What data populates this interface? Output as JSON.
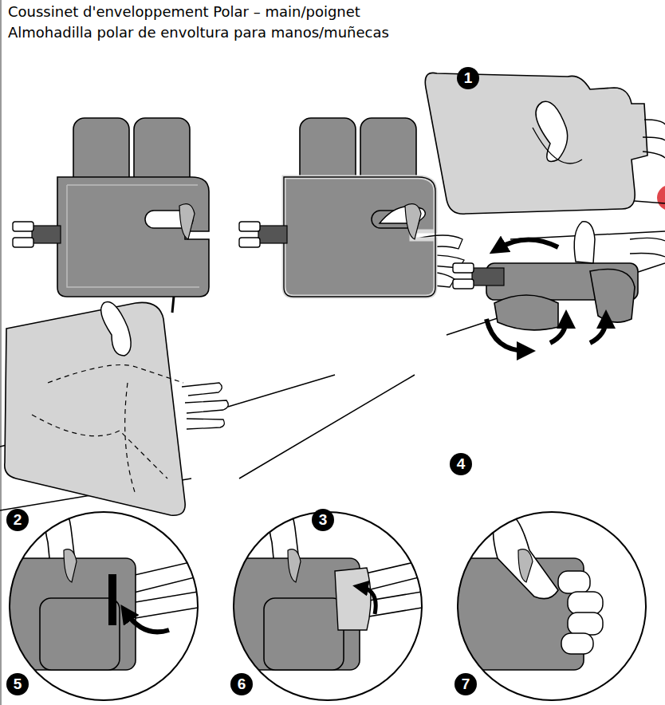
{
  "diagram": {
    "title": "Coussinet d'enveloppement Polar – main/poignet",
    "labels": [
      "Almohadilla polar de envoltura para manos/muñecas",
      "1",
      "2",
      "3",
      "4",
      "5",
      "6",
      "7"
    ]
  }
}
